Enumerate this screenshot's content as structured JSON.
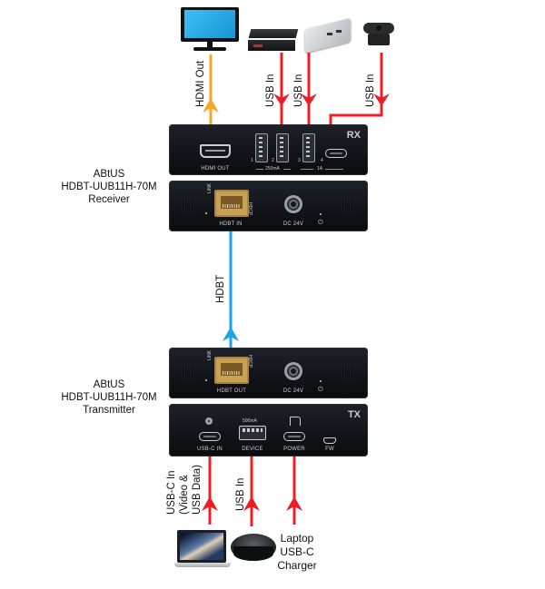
{
  "diagram": {
    "title": "ABtUS HDBT-UUB11H-70M connection diagram",
    "colors": {
      "hdmi_arrow": "#f5a623",
      "usb_arrow": "#ee1c25",
      "hdbt_arrow": "#1aa3e8",
      "device_body": "#111318"
    },
    "receiver": {
      "label_lines": [
        "ABtUS",
        "HDBT-UUB11H-70M",
        "Receiver"
      ],
      "front_panel": {
        "tag": "RX",
        "ports": [
          {
            "name": "hdmi-out",
            "label": "HDMI OUT"
          },
          {
            "name": "usb-1",
            "label": "1"
          },
          {
            "name": "usb-2",
            "label": "2"
          },
          {
            "name": "usb-3",
            "label": "3"
          },
          {
            "name": "usb-c-4",
            "label": "4"
          }
        ],
        "group_labels": {
          "g1": "250mA",
          "g2": "1A"
        }
      },
      "rear_panel": {
        "link_label": "LINK",
        "hdcp_label": "HDCP",
        "hdbt_label": "HDBT IN",
        "dc_label": "DC 24V",
        "power_glyph": "⏻"
      }
    },
    "transmitter": {
      "label_lines": [
        "ABtUS",
        "HDBT-UUB11H-70M",
        "Transmitter"
      ],
      "rear_panel": {
        "link_label": "LINK",
        "hdcp_label": "HDCP",
        "hdbt_label": "HDBT OUT",
        "dc_label": "DC 24V",
        "power_glyph": "⏻"
      },
      "front_panel": {
        "tag": "TX",
        "current_label": "500mA",
        "ports": [
          {
            "name": "usb-c-in",
            "label": "USB-C IN"
          },
          {
            "name": "device",
            "label": "DEVICE"
          },
          {
            "name": "power",
            "label": "POWER"
          },
          {
            "name": "fw",
            "label": "FW"
          }
        ]
      }
    },
    "connections": {
      "hdmi_out": "HDMI Out",
      "usb_in": "USB In",
      "hdbt": "HDBT",
      "usbc_in_lines": [
        "USB-C In",
        "(Video &",
        "USB Data)"
      ],
      "charger_lines": [
        "Laptop",
        "USB-C",
        "Charger"
      ]
    },
    "peripherals": {
      "top": [
        "monitor",
        "video-switch",
        "usb-hub",
        "webcam"
      ],
      "bottom": [
        "laptop",
        "speakerphone",
        "charger"
      ]
    }
  }
}
